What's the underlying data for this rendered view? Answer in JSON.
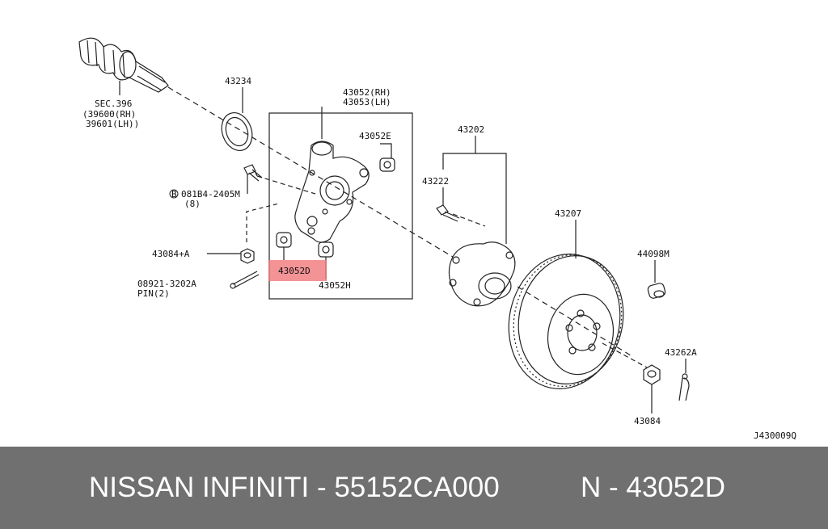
{
  "labels": {
    "sec_396": "SEC.396",
    "p39600": "(39600(RH)",
    "p39601": "39601(LH))",
    "p43234": "43234",
    "p43052_rh": "43052(RH)",
    "p43053_lh": "43053(LH)",
    "p43052e": "43052E",
    "p43202": "43202",
    "p43222": "43222",
    "bolt": "081B4-2405M",
    "bolt_qty": "(8)",
    "bolt_prefix": "B",
    "p43084a": "43084+A",
    "p43052d": "43052D",
    "p43052h": "43052H",
    "pin_code": "08921-3202A",
    "pin_name": "PIN(2)",
    "p43207": "43207",
    "p44098m": "44098M",
    "p43262a": "43262A",
    "p43084": "43084",
    "diagram_code": "J430009Q"
  },
  "highlight_color": "#f0787c",
  "footer": {
    "left": "NISSAN INFINITI - 55152CA000",
    "right": "N - 43052D"
  }
}
